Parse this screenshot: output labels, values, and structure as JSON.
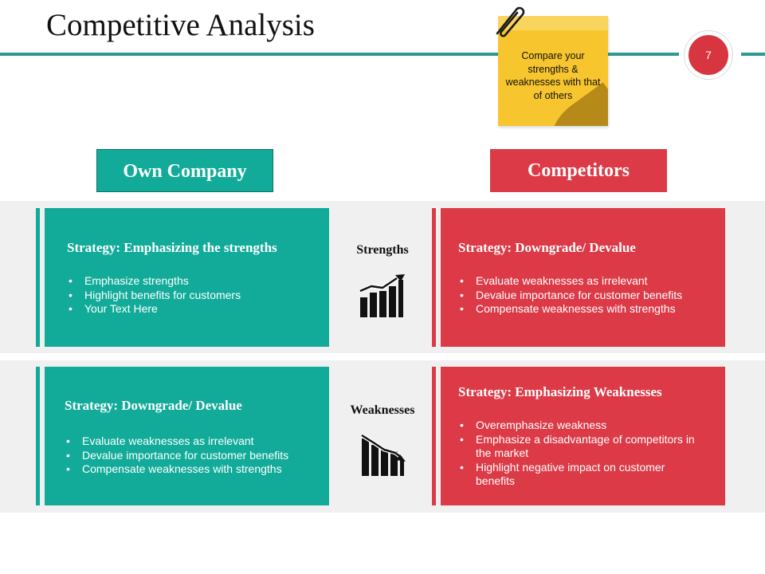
{
  "slide": {
    "title": "Competitive Analysis",
    "page_number": "7",
    "accent_teal": "#12ab9a",
    "accent_red": "#dc3a47"
  },
  "note": {
    "text": "Compare your strengths & weaknesses with that of others",
    "color": "#f7c52d",
    "icon": "paperclip-icon"
  },
  "columns": {
    "own_label": "Own Company",
    "competitors_label": "Competitors"
  },
  "rows": {
    "strengths": {
      "label": "Strengths",
      "icon": "trending-up-chart-icon",
      "own": {
        "heading": "Strategy: Emphasizing the strengths",
        "bullets": [
          "Emphasize strengths",
          "Highlight benefits for customers",
          "Your Text Here"
        ]
      },
      "competitors": {
        "heading": "Strategy: Downgrade/ Devalue",
        "bullets": [
          "Evaluate weaknesses as irrelevant",
          "Devalue importance for customer benefits",
          "Compensate weaknesses with strengths"
        ]
      }
    },
    "weaknesses": {
      "label": "Weaknesses",
      "icon": "trending-down-chart-icon",
      "own": {
        "heading": "Strategy: Downgrade/ Devalue",
        "bullets": [
          "Evaluate weaknesses as irrelevant",
          "Devalue importance for customer benefits",
          "Compensate weaknesses with strengths"
        ]
      },
      "competitors": {
        "heading": "Strategy: Emphasizing Weaknesses",
        "bullets": [
          "Overemphasize weakness",
          "Emphasize a disadvantage of competitors in the market",
          "Highlight negative impact on customer benefits"
        ]
      }
    }
  }
}
